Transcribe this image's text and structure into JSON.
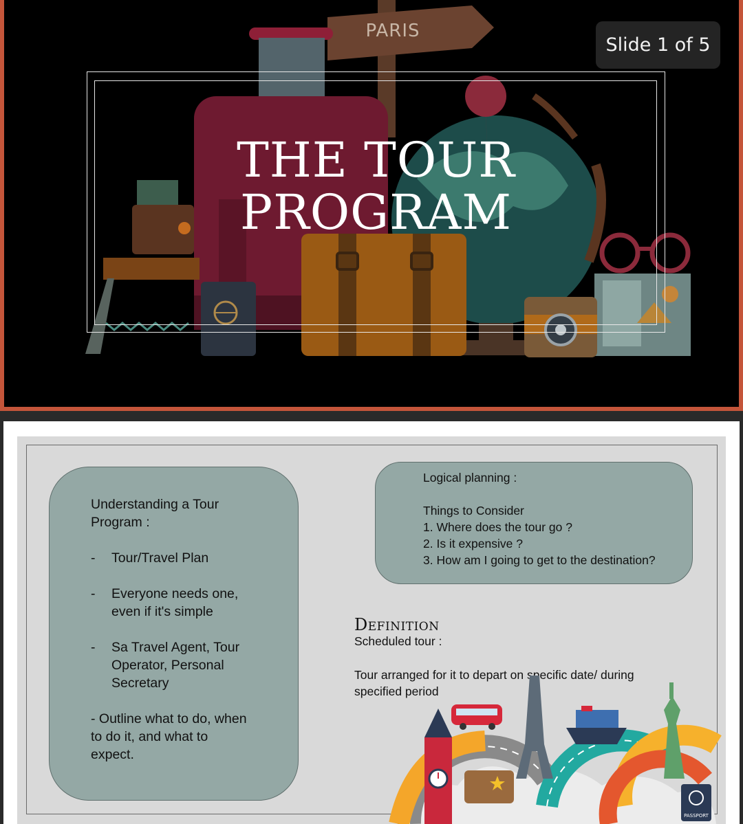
{
  "slide1": {
    "counter": "Slide 1 of 5",
    "title_line1": "THE TOUR",
    "title_line2": "PROGRAM",
    "signpost": "PARIS"
  },
  "slide2": {
    "left_box": {
      "heading_line1": "Understanding a Tour",
      "heading_line2": "Program :",
      "items": [
        {
          "bullet": "-",
          "lines": [
            "Tour/Travel Plan"
          ]
        },
        {
          "bullet": "-",
          "lines": [
            "Everyone needs one,",
            "even if it's simple"
          ]
        },
        {
          "bullet": "-",
          "lines": [
            "Sa Travel Agent, Tour",
            "Operator, Personal",
            "Secretary"
          ]
        }
      ],
      "outline_lines": [
        "- Outline what to do, when",
        "to do it, and what to",
        "expect."
      ]
    },
    "right_box": {
      "heading": "Logical planning :",
      "subheading": "Things to Consider",
      "points": [
        "1. Where does the tour go ?",
        "2. Is it expensive ?",
        "3. How am I going to get to the destination?"
      ]
    },
    "definition": {
      "heading": "Definition",
      "term": "Scheduled tour :",
      "body_line1": "Tour arranged for it to depart on specific date/ during",
      "body_line2": "specified period"
    },
    "passport_label": "PASSPORT"
  },
  "colors": {
    "slide_border": "#c4553a",
    "box_fill": "#94a8a5",
    "slide2_bg": "#d9d9d9",
    "suitcase": "#7a1d34",
    "globe": "#2e6a64",
    "luggage": "#b8641a"
  }
}
